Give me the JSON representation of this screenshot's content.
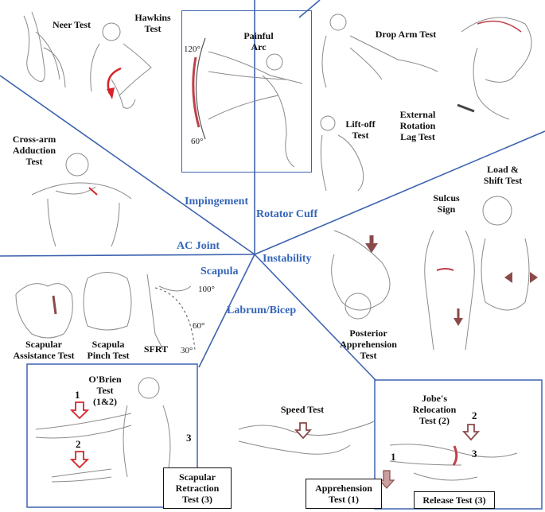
{
  "regions": {
    "impingement": "Impingement",
    "rotator_cuff": "Rotator Cuff",
    "ac_joint": "AC Joint",
    "instability": "Instability",
    "scapula": "Scapula",
    "labrum_bicep": "Labrum/Bicep"
  },
  "tests": {
    "neer": "Neer Test",
    "hawkins": "Hawkins\nTest",
    "painful_arc": "Painful\nArc",
    "drop_arm": "Drop Arm Test",
    "external_rotation_lag": "External\nRotation\nLag Test",
    "lift_off": "Lift-off\nTest",
    "cross_arm": "Cross-arm\nAdduction\nTest",
    "load_shift": "Load &\nShift Test",
    "sulcus": "Sulcus\nSign",
    "posterior_apprehension": "Posterior\nApprehension\nTest",
    "scapular_assistance": "Scapular\nAssistance Test",
    "scapula_pinch": "Scapula\nPinch Test",
    "sfrt": "SFRT",
    "obrien": "O'Brien\nTest\n(1&2)",
    "speed": "Speed Test",
    "jobe": "Jobe's\nRelocation\nTest (2)",
    "scapular_retraction": "Scapular\nRetraction\nTest (3)",
    "apprehension": "Apprehension\nTest (1)",
    "release": "Release Test (3)"
  },
  "angles": {
    "arc_120": "120°",
    "arc_60": "60°",
    "sfrt_100": "100°",
    "sfrt_60": "60°",
    "sfrt_30": "30°"
  },
  "markers": {
    "obrien_1": "1",
    "obrien_2": "2",
    "obrien_3": "3",
    "jobe_1": "1",
    "jobe_2": "2",
    "jobe_3": "3"
  },
  "colors": {
    "divider_blue": "#3d63b0",
    "region_text_blue": "#3566b8",
    "arrow_red": "#d8232a",
    "arrow_maroon": "#8b4a4a",
    "sketch_gray": "#7a7a7a"
  }
}
